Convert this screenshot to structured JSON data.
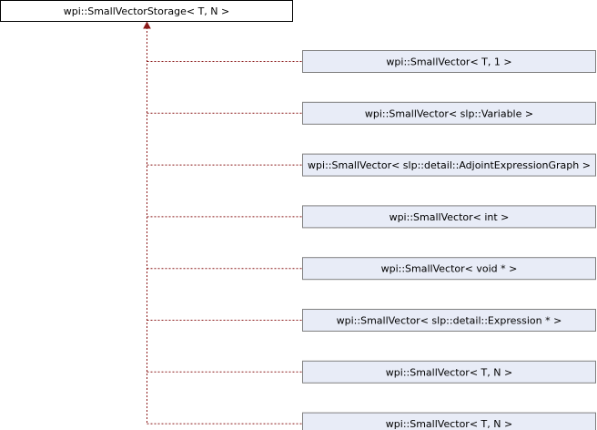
{
  "diagram": {
    "base": {
      "label": "wpi::SmallVectorStorage< T, N >"
    },
    "derived": [
      {
        "label": "wpi::SmallVector< T, 1 >"
      },
      {
        "label": "wpi::SmallVector< slp::Variable >"
      },
      {
        "label": "wpi::SmallVector< slp::detail::AdjointExpressionGraph >"
      },
      {
        "label": "wpi::SmallVector< int >"
      },
      {
        "label": "wpi::SmallVector< void * >"
      },
      {
        "label": "wpi::SmallVector< slp::detail::Expression * >"
      },
      {
        "label": "wpi::SmallVector< T, N >"
      },
      {
        "label": "wpi::SmallVector< T, N >"
      }
    ],
    "colors": {
      "edge": "#8b1a1a",
      "derived_fill": "#e8ecf7",
      "derived_border": "#808080",
      "base_border": "#000000"
    }
  }
}
